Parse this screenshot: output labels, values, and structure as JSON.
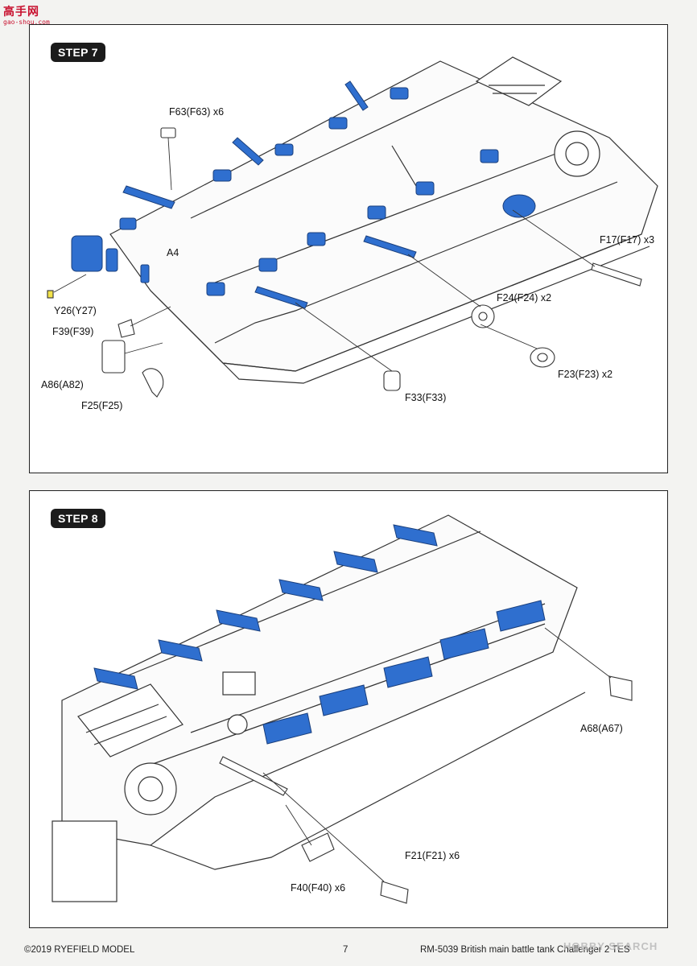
{
  "watermark_logo": {
    "cn": "高手网",
    "url": "gao-shou.com"
  },
  "step7": {
    "label": "STEP 7",
    "callouts": {
      "f63": "F63(F63) x6",
      "a4": "A4",
      "y26": "Y26(Y27)",
      "f39": "F39(F39)",
      "a86": "A86(A82)",
      "f25": "F25(F25)",
      "f33": "F33(F33)",
      "f24": "F24(F24) x2",
      "f23": "F23(F23) x2",
      "f17": "F17(F17) x3"
    }
  },
  "step8": {
    "label": "STEP 8",
    "callouts": {
      "a68": "A68(A67)",
      "f21": "F21(F21) x6",
      "f40": "F40(F40) x6"
    }
  },
  "footer": {
    "copyright": "©2019 RYEFIELD MODEL",
    "page_number": "7",
    "product": "RM-5039 British main battle tank Challenger 2 TES"
  },
  "hobbysearch_watermark": "HOBBY SEARCH",
  "colors": {
    "part_highlight": "#2f6fcf",
    "line": "#333333",
    "panel_border": "#222222"
  }
}
